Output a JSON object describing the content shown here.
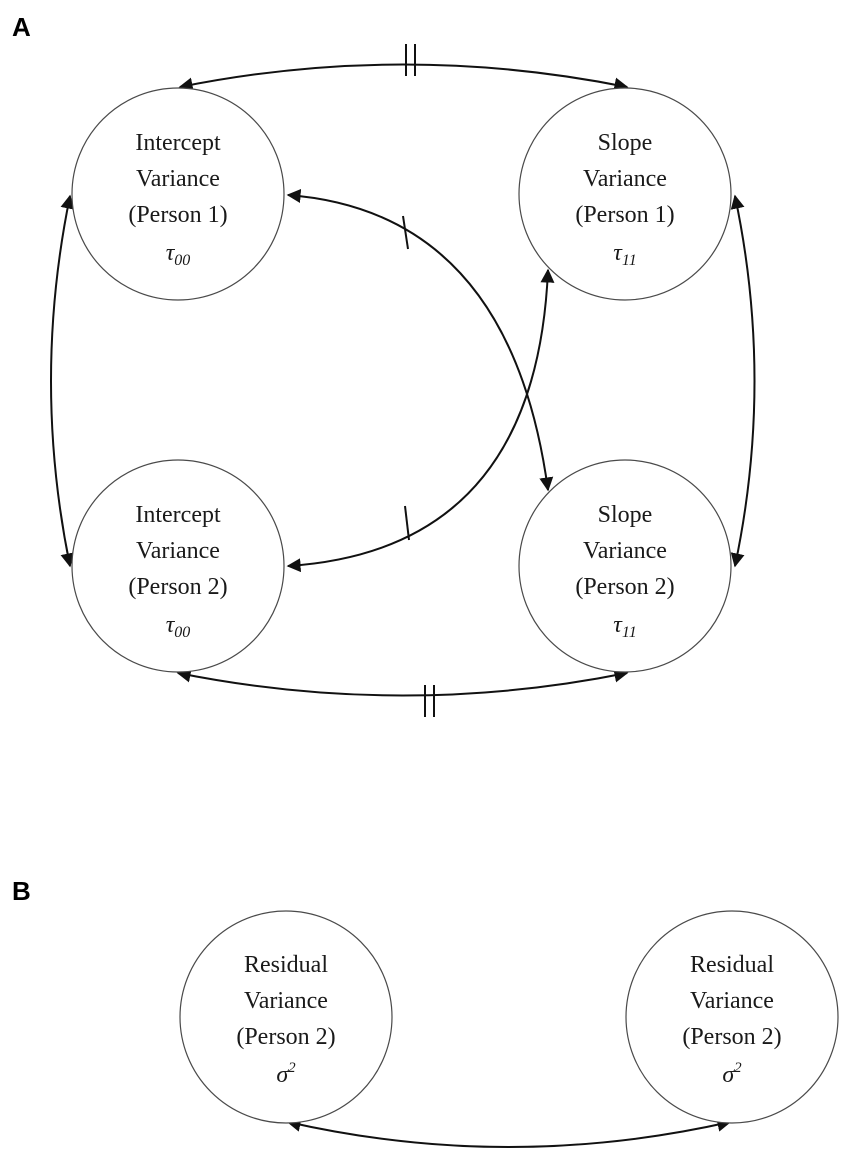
{
  "panels": {
    "a_label": "A",
    "b_label": "B"
  },
  "nodes": {
    "intercept_p1": {
      "line1": "Intercept",
      "line2": "Variance",
      "line3": "(Person 1)",
      "sym_base": "τ",
      "sym_sub": "00"
    },
    "slope_p1": {
      "line1": "Slope",
      "line2": "Variance",
      "line3": "(Person 1)",
      "sym_base": "τ",
      "sym_sub": "11"
    },
    "intercept_p2": {
      "line1": "Intercept",
      "line2": "Variance",
      "line3": "(Person 2)",
      "sym_base": "τ",
      "sym_sub": "00"
    },
    "slope_p2": {
      "line1": "Slope",
      "line2": "Variance",
      "line3": "(Person 2)",
      "sym_base": "τ",
      "sym_sub": "11"
    },
    "residual_left": {
      "line1": "Residual",
      "line2": "Variance",
      "line3": "(Person 2)",
      "sym_base": "σ",
      "sym_sup": "2"
    },
    "residual_right": {
      "line1": "Residual",
      "line2": "Variance",
      "line3": "(Person 2)",
      "sym_base": "σ",
      "sym_sup": "2"
    }
  }
}
